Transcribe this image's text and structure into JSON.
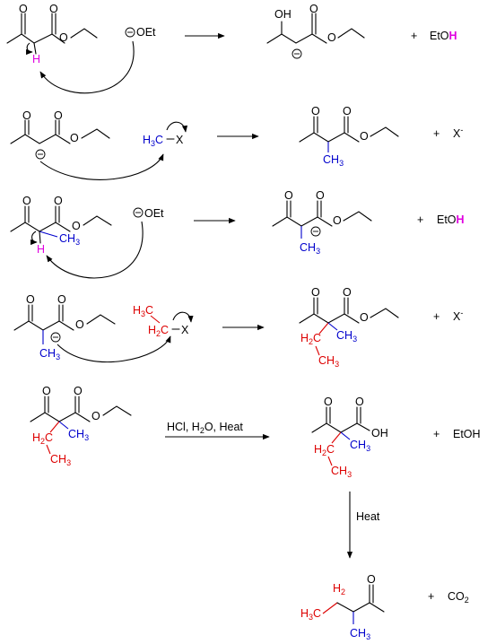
{
  "step1": {
    "base": "OEt",
    "hydrogen": "H",
    "prod_oh": "OH",
    "plus": "+",
    "etoh_prefix": "EtO",
    "etoh_h": "H"
  },
  "step2": {
    "h3c": "H",
    "h3c_sub": "3",
    "h3c_c": "C",
    "x": "X",
    "prod_ch3": "CH",
    "prod_ch3_sub": "3",
    "plus": "+",
    "xminus": "X",
    "xminus_sup": "-"
  },
  "step3": {
    "ch3": "CH",
    "ch3_sub": "3",
    "hydrogen": "H",
    "base": "OEt",
    "prod_ch3": "CH",
    "prod_ch3_sub": "3",
    "plus": "+",
    "etoh_prefix": "EtO",
    "etoh_h": "H"
  },
  "step4": {
    "ch3": "CH",
    "ch3_sub": "3",
    "h3c": "H",
    "h3c_sub": "3",
    "h3c_c": "C",
    "h2c": "H",
    "h2c_sub": "2",
    "h2c_c": "C",
    "x": "X",
    "prod_h2c": "H",
    "prod_h2c_sub": "2",
    "prod_h2c_c": "C",
    "prod_ch3_blue": "CH",
    "prod_ch3_blue_sub": "3",
    "prod_ch3_red": "CH",
    "prod_ch3_red_sub": "3",
    "plus": "+",
    "xminus": "X",
    "xminus_sup": "-"
  },
  "step5": {
    "reagent_prefix": "HCl, H",
    "reagent_sub": "2",
    "reagent_suffix": "O, Heat",
    "h2c": "H",
    "h2c_sub": "2",
    "h2c_c": "C",
    "ch3_blue": "CH",
    "ch3_blue_sub": "3",
    "ch3_red": "CH",
    "ch3_red_sub": "3",
    "prod_oh": "OH",
    "prod_h2c": "H",
    "prod_h2c_sub": "2",
    "prod_h2c_c": "C",
    "prod_ch3_blue": "CH",
    "prod_ch3_blue_sub": "3",
    "prod_ch3_red": "CH",
    "prod_ch3_red_sub": "3",
    "plus": "+",
    "etoh": "EtOH"
  },
  "step6": {
    "heat": "Heat",
    "h2": "H",
    "h2_sub": "2",
    "h3c": "H",
    "h3c_sub": "3",
    "h3c_c": "C",
    "ch3": "CH",
    "ch3_sub": "3",
    "plus": "+",
    "co2": "CO",
    "co2_sub": "2"
  }
}
